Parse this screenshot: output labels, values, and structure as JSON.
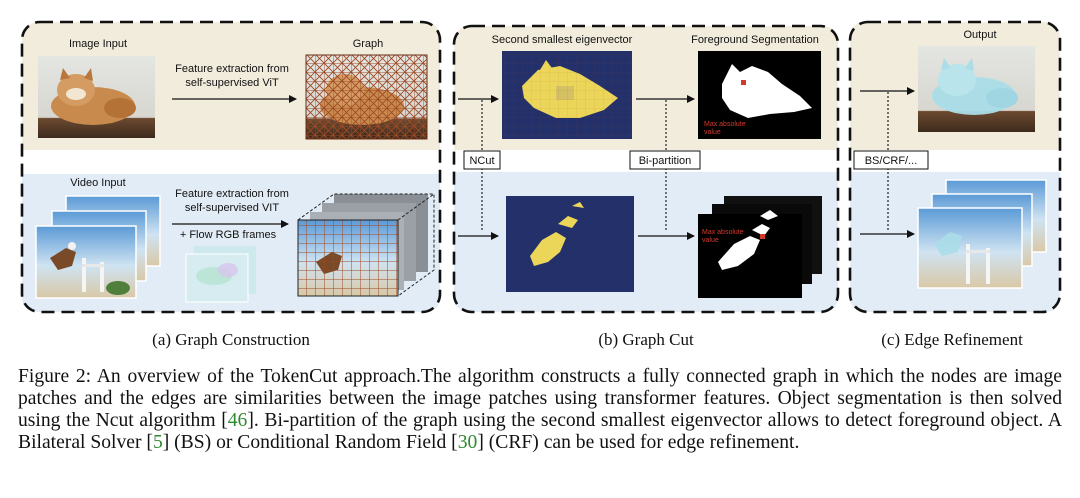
{
  "panels": {
    "a": {
      "label": "(a) Graph Construction",
      "image_input": "Image Input",
      "graph": "Graph",
      "feature_image": [
        "Feature extraction from",
        "self-supervised ViT"
      ],
      "video_input": "Video Input",
      "feature_video": [
        "Feature extraction from",
        "self-supervised VIT"
      ],
      "flow": "+ Flow RGB frames"
    },
    "b": {
      "label": "(b) Graph Cut",
      "eigen_title": "Second smallest eigenvector",
      "fg_title": "Foreground Segmentation",
      "ncut": "NCut",
      "bipartition": "Bi-partition",
      "max_abs_1": [
        "Max absolute",
        "value"
      ],
      "max_abs_2": [
        "Max absolute",
        "value"
      ]
    },
    "c": {
      "label": "(c) Edge Refinement",
      "output": "Output",
      "bs_crf": "BS/CRF/..."
    }
  },
  "caption": {
    "prefix": "Figure 2: An overview of the TokenCut approach.The algorithm constructs a fully connected graph in which the nodes are image patches and the edges are similarities between the image patches using transformer features. Object segmentation is then solved using the Ncut algorithm [",
    "ref1": "46",
    "part2": "]. Bi-partition of the graph using the second smallest eigenvector allows to detect foreground object. A Bilateral Solver [",
    "ref2": "5",
    "part3": "] (BS) or Conditional Random Field [",
    "ref3": "30",
    "part4": "] (CRF) can be used for edge refinement."
  },
  "colors": {
    "beige_band": "#f2ecdd",
    "blue_band": "#e2ecf6",
    "navy": "#23306a",
    "yellow": "#ecd65a",
    "grid": "#9e4a26",
    "red_dot": "#d33a2c",
    "cyan_overlay": "#aadde8"
  },
  "icons": [
    "arrow-right-icon",
    "dotted-arrow-icon"
  ]
}
